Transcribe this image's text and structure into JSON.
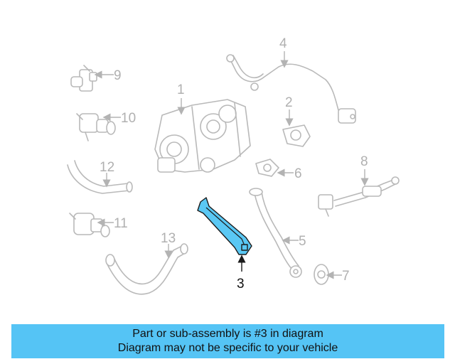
{
  "diagram": {
    "callouts": {
      "c1": "1",
      "c2": "2",
      "c3": "3",
      "c4": "4",
      "c5": "5",
      "c6": "6",
      "c7": "7",
      "c8": "8",
      "c9": "9",
      "c10": "10",
      "c11": "11",
      "c12": "12",
      "c13": "13"
    },
    "highlighted_part": "3",
    "colors": {
      "highlight": "#5ac8f4",
      "banner": "#55c4f5",
      "linework": "#b9b9b9"
    }
  },
  "banner": {
    "line1": "Part or sub-assembly is #3 in diagram",
    "line2": "Diagram may not be specific to your vehicle"
  }
}
